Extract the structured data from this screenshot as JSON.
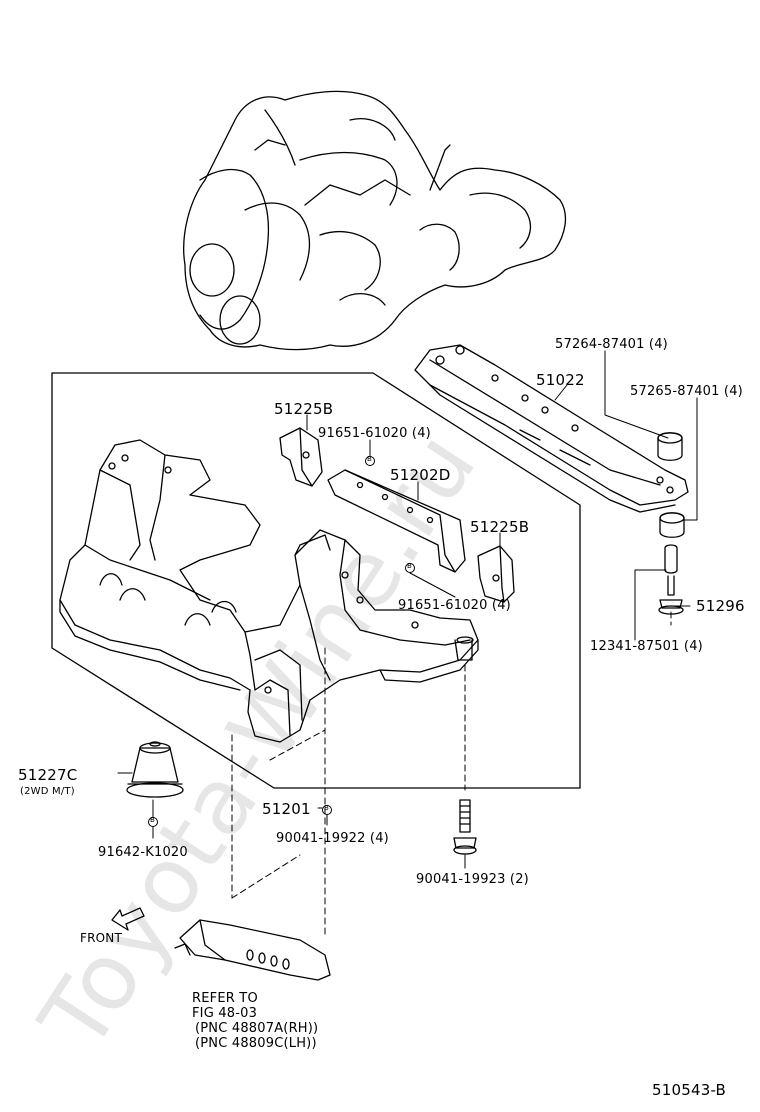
{
  "watermark": "Toyota-Wine.ru",
  "parts": {
    "p57264": "57264-87401 (4)",
    "p51022": "51022",
    "p57265": "57265-87401 (4)",
    "p51225b_top": "51225B",
    "p91651_top": "91651-61020 (4)",
    "p51202d": "51202D",
    "p51225b_mid": "51225B",
    "p91651_mid": "91651-61020 (4)",
    "p51296": "51296",
    "p12341": "12341-87501 (4)",
    "p51227c": "51227C",
    "p51227c_note": "(2WD M/T)",
    "p51201": "51201",
    "p90041_19922": "90041-19922 (4)",
    "p90041_19923": "90041-19923 (2)",
    "p91642": "91642-K1020"
  },
  "markers": {
    "b": "B"
  },
  "front_label": "FRONT",
  "refer": {
    "line1": "REFER TO",
    "line2": "FIG 48-03",
    "line3": "(PNC 48807A(RH))",
    "line4": "(PNC 48809C(LH))"
  },
  "figure_code": "510543-B"
}
